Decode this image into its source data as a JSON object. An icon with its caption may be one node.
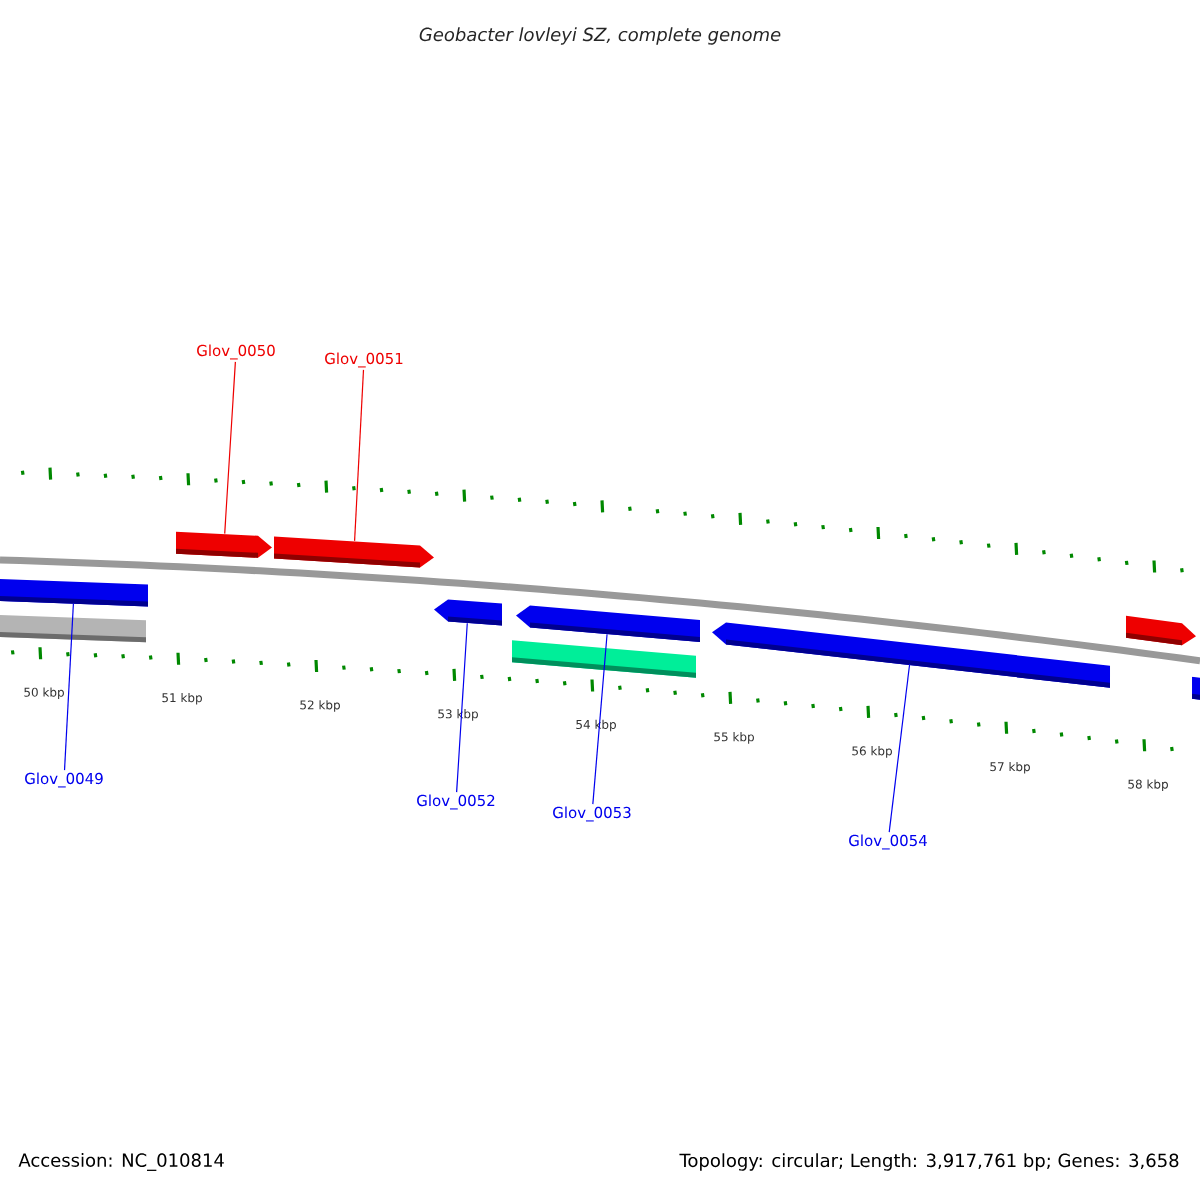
{
  "diagram": {
    "title": "Geobacter lovleyi SZ, complete genome",
    "nodes": [
      {
        "text": [
          "Glov_0050"
        ]
      },
      {
        "text": [
          "Glov_0051"
        ]
      },
      {
        "text": [],
        "shape": "arrow"
      },
      {
        "text": [],
        "shape": "arrow"
      },
      {
        "text": [],
        "shape": "arrow"
      },
      {
        "text": [],
        "shape": "bar"
      },
      {
        "text": [],
        "shape": "arrow"
      },
      {
        "text": [],
        "shape": "arrow"
      },
      {
        "text": [],
        "shape": "bar"
      },
      {
        "text": [],
        "shape": "arrow"
      },
      {
        "text": [],
        "shape": "arrow"
      },
      {
        "text": [],
        "shape": "bar"
      },
      {
        "text": [
          "Glov_0049"
        ]
      },
      {
        "text": [
          "Glov_0052"
        ]
      },
      {
        "text": [
          "Glov_0053"
        ]
      },
      {
        "text": [
          "Glov_0054"
        ]
      }
    ],
    "edges": [
      {
        "from": 0,
        "to": 2,
        "arrow": "none",
        "color": "#ee0000"
      },
      {
        "from": 1,
        "to": 3,
        "arrow": "none",
        "color": "#ee0000"
      },
      {
        "from": 12,
        "to": 4,
        "arrow": "none"
      },
      {
        "from": 13,
        "to": 6,
        "arrow": "none"
      },
      {
        "from": 14,
        "to": 7,
        "arrow": "none"
      },
      {
        "from": 15,
        "to": 9,
        "arrow": "none"
      }
    ],
    "labels": [
      "50 kbp",
      "51 kbp",
      "52 kbp",
      "53 kbp",
      "54 kbp",
      "55 kbp",
      "56 kbp",
      "57 kbp",
      "58 kbp",
      "Accession: NC_010814",
      "Topology: circular; Length: 3,917,761 bp; Genes: 3,658"
    ]
  }
}
